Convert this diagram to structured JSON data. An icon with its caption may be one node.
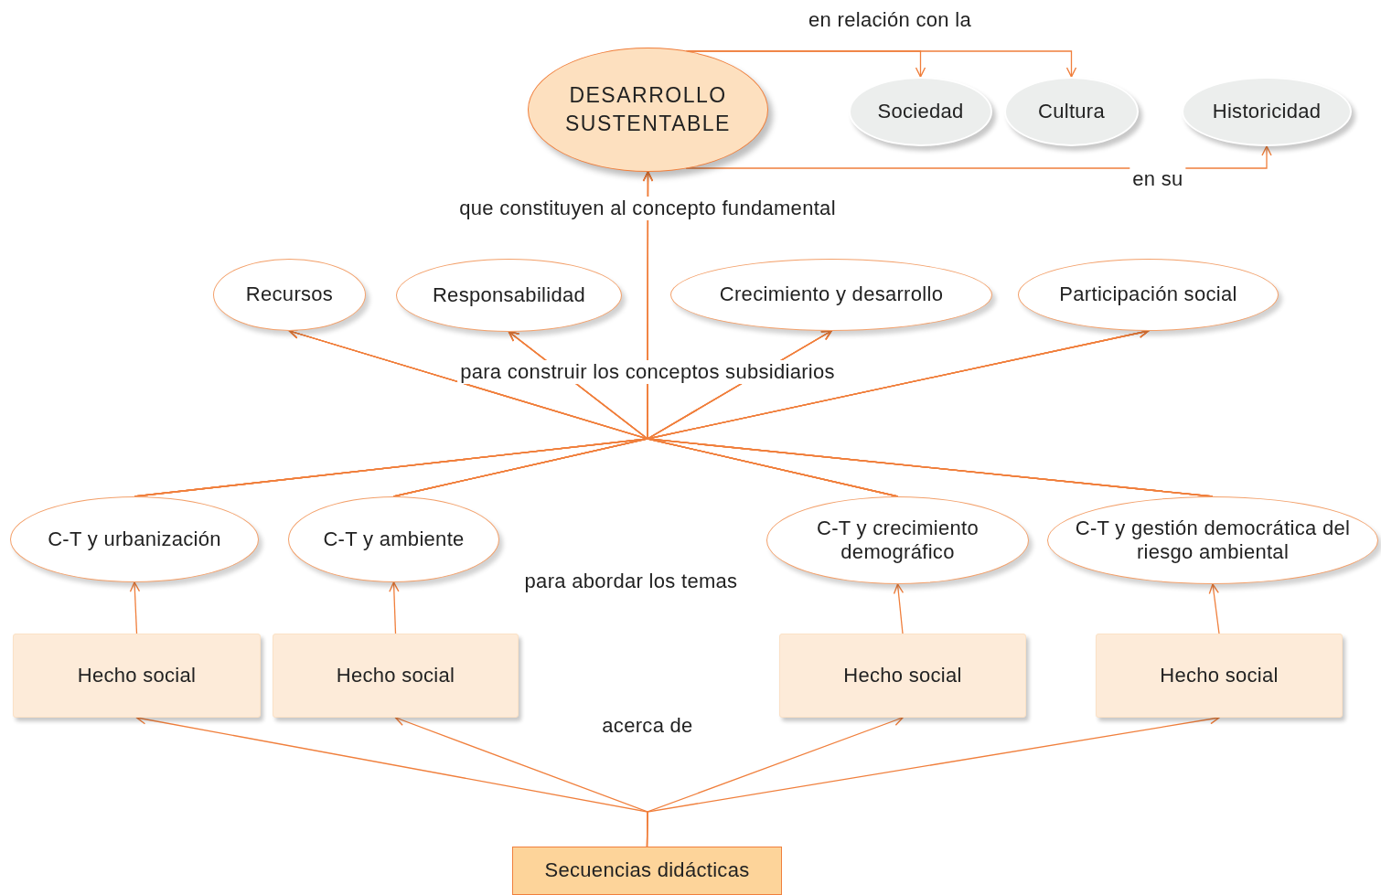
{
  "diagram": {
    "nodes": [
      {
        "text": [
          "DESARROLLO SUSTENTABLE"
        ]
      },
      {
        "text": [
          "Sociedad"
        ]
      },
      {
        "text": [
          "Cultura"
        ]
      },
      {
        "text": [
          "Historicidad"
        ]
      },
      {
        "text": [
          "Recursos"
        ]
      },
      {
        "text": [
          "Responsabilidad"
        ]
      },
      {
        "text": [
          "Crecimiento y desarrollo"
        ]
      },
      {
        "text": [
          "Participación social"
        ]
      },
      {
        "text": [
          "C-T y urbanización"
        ]
      },
      {
        "text": [
          "C-T y ambiente"
        ]
      },
      {
        "text": [
          "C-T y crecimiento demográfico"
        ]
      },
      {
        "text": [
          "C-T y gestión democrática del riesgo ambiental"
        ]
      },
      {
        "text": [
          "Hecho social"
        ]
      },
      {
        "text": [
          "Hecho social"
        ]
      },
      {
        "text": [
          "Hecho social"
        ]
      },
      {
        "text": [
          "Hecho social"
        ]
      },
      {
        "text": [
          "Secuencias didácticas"
        ]
      }
    ],
    "edges": [
      {
        "from": 0,
        "to": 1,
        "arrow": "to"
      },
      {
        "from": 0,
        "to": 2,
        "arrow": "to"
      },
      {
        "from": 0,
        "to": 3,
        "arrow": "to"
      },
      {
        "from": 8,
        "to": 0,
        "arrow": "to"
      },
      {
        "from": 8,
        "to": 4,
        "arrow": "to"
      },
      {
        "from": 8,
        "to": 5,
        "arrow": "to"
      },
      {
        "from": 8,
        "to": 6,
        "arrow": "to"
      },
      {
        "from": 8,
        "to": 7,
        "arrow": "to"
      },
      {
        "from": 9,
        "to": 0,
        "arrow": "to"
      },
      {
        "from": 9,
        "to": 4,
        "arrow": "to"
      },
      {
        "from": 9,
        "to": 5,
        "arrow": "to"
      },
      {
        "from": 9,
        "to": 6,
        "arrow": "to"
      },
      {
        "from": 9,
        "to": 7,
        "arrow": "to"
      },
      {
        "from": 10,
        "to": 0,
        "arrow": "to"
      },
      {
        "from": 10,
        "to": 4,
        "arrow": "to"
      },
      {
        "from": 10,
        "to": 5,
        "arrow": "to"
      },
      {
        "from": 10,
        "to": 6,
        "arrow": "to"
      },
      {
        "from": 10,
        "to": 7,
        "arrow": "to"
      },
      {
        "from": 11,
        "to": 0,
        "arrow": "to"
      },
      {
        "from": 11,
        "to": 4,
        "arrow": "to"
      },
      {
        "from": 11,
        "to": 5,
        "arrow": "to"
      },
      {
        "from": 11,
        "to": 6,
        "arrow": "to"
      },
      {
        "from": 11,
        "to": 7,
        "arrow": "to"
      },
      {
        "from": 12,
        "to": 8,
        "arrow": "to"
      },
      {
        "from": 13,
        "to": 9,
        "arrow": "to"
      },
      {
        "from": 14,
        "to": 10,
        "arrow": "to"
      },
      {
        "from": 15,
        "to": 11,
        "arrow": "to"
      },
      {
        "from": 16,
        "to": 12,
        "arrow": "to"
      },
      {
        "from": 16,
        "to": 13,
        "arrow": "to"
      },
      {
        "from": 16,
        "to": 14,
        "arrow": "to"
      },
      {
        "from": 16,
        "to": 15,
        "arrow": "to"
      }
    ],
    "labels": [
      "en relación con la",
      "en su",
      "que constituyen al concepto fundamental",
      "para construir los conceptos subsidiarios",
      "para abordar los temas",
      "acerca de"
    ]
  }
}
